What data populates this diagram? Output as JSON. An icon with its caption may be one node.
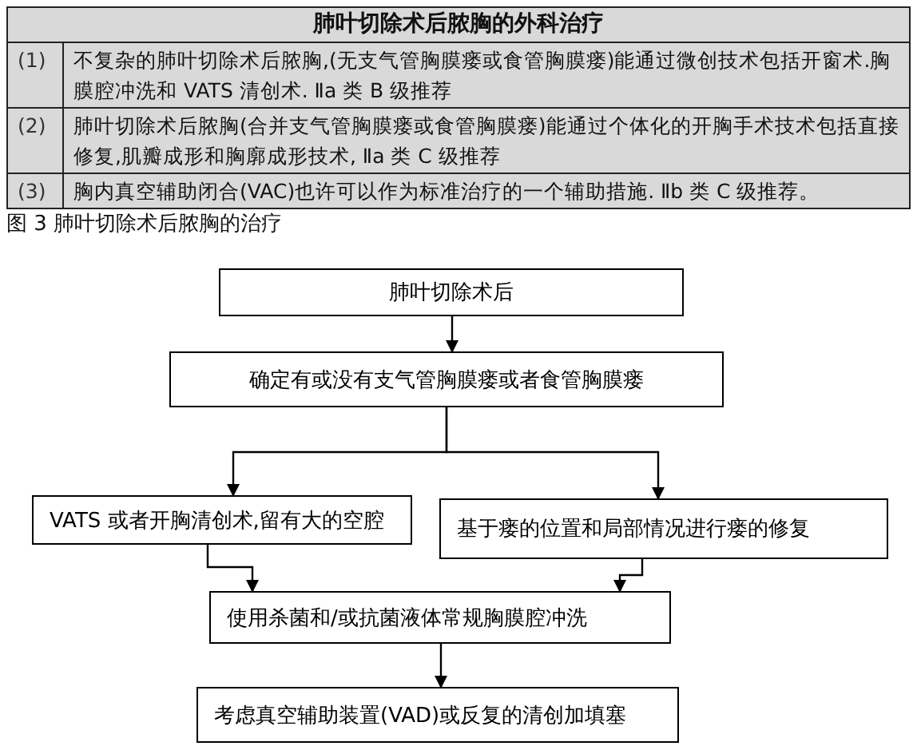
{
  "diagram": {
    "caption": "图 3 肺叶切除术后脓胸的治疗",
    "nodes": [
      {
        "text": [
          "肺叶切除术后"
        ]
      },
      {
        "text": [
          "确定有或没有支气管胸膜瘘或者食管胸膜瘘"
        ]
      },
      {
        "text": [
          "VATS 或者开胸清创术,留有大的空腔"
        ]
      },
      {
        "text": [
          "基于瘘的位置和局部情况进行瘘的修复"
        ]
      },
      {
        "text": [
          "使用杀菌和/或抗菌液体常规胸膜腔冲洗"
        ]
      },
      {
        "text": [
          "考虑真空辅助装置(VAD)或反复的清创加填塞"
        ]
      }
    ],
    "edges": [
      {
        "from": 0,
        "to": 1,
        "arrow": "to"
      },
      {
        "from": 1,
        "to": 2,
        "arrow": "to"
      },
      {
        "from": 1,
        "to": 3,
        "arrow": "to"
      },
      {
        "from": 2,
        "to": 4,
        "arrow": "to"
      },
      {
        "from": 3,
        "to": 4,
        "arrow": "to"
      },
      {
        "from": 4,
        "to": 5,
        "arrow": "to"
      }
    ],
    "labels": [
      "肺叶切除术后脓胸的外科治疗",
      "(1)",
      "不复杂的肺叶切除术后脓胸,(无支气管胸膜瘘或食管胸膜瘘)能通过微创技术包括开窗术.胸膜腔冲洗和 VATS 清创术. Ⅱa 类 B 级推荐",
      "(2)",
      "肺叶切除术后脓胸(合并支气管胸膜瘘或食管胸膜瘘)能通过个体化的开胸手术技术包括直接修复,肌瓣成形和胸廓成形技术, Ⅱa 类 C 级推荐",
      "(3)",
      "胸内真空辅助闭合(VAC)也许可以作为标准治疗的一个辅助措施. Ⅱb 类 C 级推荐。"
    ]
  }
}
